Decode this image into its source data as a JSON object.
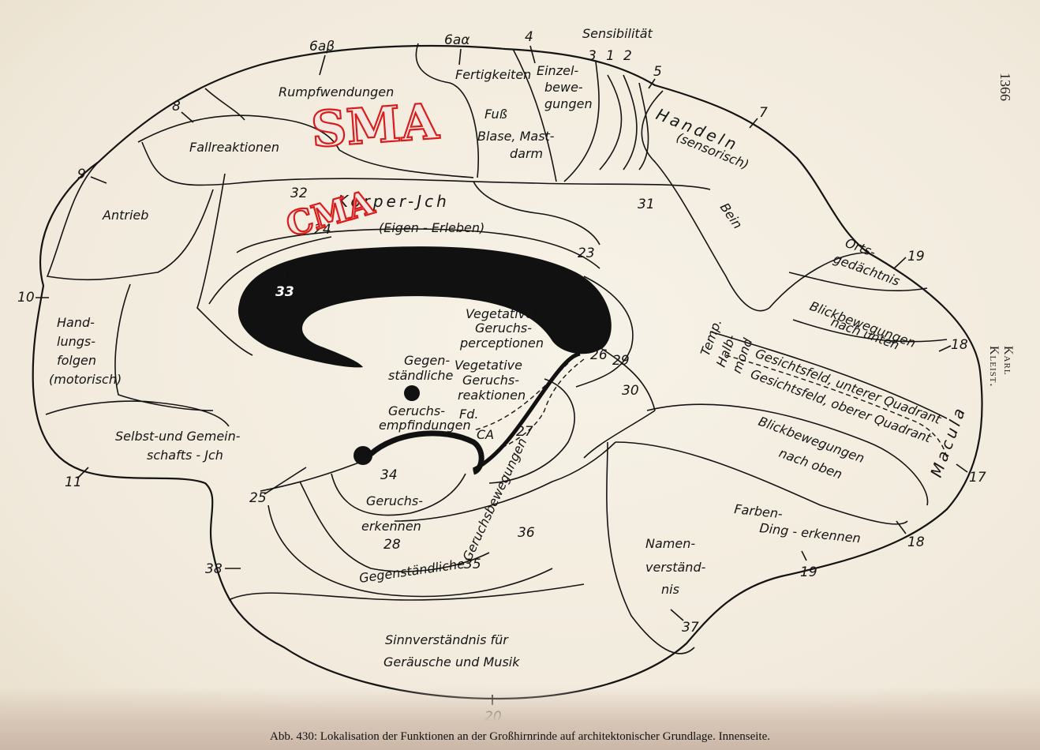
{
  "page_number": "1366",
  "author": "Karl Kleist.",
  "caption": "Abb. 430: Lokalisation der Funktionen an der Großhirnrinde auf architektonischer Grundlage. Innenseite.",
  "overlay": {
    "sma": "SMA",
    "cma": "CMA",
    "color": "#d81c1c"
  },
  "colors": {
    "ink": "#141414",
    "paper": "#f3ede1"
  },
  "numbers": {
    "n6ab": "6aβ",
    "n6aa": "6aα",
    "n4": "4",
    "n3": "3",
    "n1": "1",
    "n2": "2",
    "n5": "5",
    "n8": "8",
    "n7": "7",
    "n9": "9",
    "n32": "32",
    "n31": "31",
    "n24": "24",
    "n23": "23",
    "n33": "33",
    "n19a": "19",
    "n10": "10",
    "n26": "26",
    "n29": "29",
    "n18a": "18",
    "n30": "30",
    "n27": "27",
    "n17": "17",
    "n11": "11",
    "n25": "25",
    "n34": "34",
    "n28": "28",
    "n36": "36",
    "n35": "35",
    "n38": "38",
    "n18b": "18",
    "n19b": "19",
    "n37": "37",
    "n20": "20"
  },
  "labels": {
    "sensibilitaet": "Sensibilität",
    "rumpf": "Rumpfwendungen",
    "fertigkeiten": "Fertigkeiten",
    "einzel1": "Einzel-",
    "einzel2": "bewe-",
    "einzel3": "gungen",
    "fuss": "Fuß",
    "blase1": "Blase, Mast-",
    "blase2": "darm",
    "fallreaktionen": "Fallreaktionen",
    "handeln": "Handeln",
    "sensorisch": "(sensorisch)",
    "antrieb": "Antrieb",
    "koerper": "Körper-Jch",
    "eigen": "(Eigen - Erleben)",
    "bein": "Bein",
    "orts1": "Orts-",
    "orts2": "gedächtnis",
    "blick_unten1": "Blickbewegungen",
    "blick_unten2": "nach unten",
    "veg_perc1": "Vegetative",
    "veg_perc2": "Geruchs-",
    "veg_perc3": "perceptionen",
    "hand1": "Hand-",
    "hand2": "lungs-",
    "hand3": "folgen",
    "hand4": "(motorisch)",
    "gegen1": "Gegen-",
    "gegen2": "ständliche",
    "veg_reak1": "Vegetative",
    "veg_reak2": "Geruchs-",
    "veg_reak3": "reaktionen",
    "temp1": "Temp.",
    "temp2": "Halb-",
    "temp3": "mond",
    "gf_unten": "Gesichtsfeld, unterer Quadrant",
    "gf_oben": "Gesichtsfeld, oberer Quadrant",
    "geruchs_empf1": "Geruchs-",
    "geruchs_empf2": "empfindungen",
    "fd": "Fd.",
    "ca": "CA",
    "selbst1": "Selbst-und Gemein-",
    "selbst2": "schafts - Jch",
    "macula": "Macula",
    "blick_oben1": "Blickbewegungen",
    "blick_oben2": "nach oben",
    "geruchs_erk1": "Geruchs-",
    "geruchs_erk2": "erkennen",
    "geruchsbew": "Geruchsbewegungen",
    "farben1": "Farben-",
    "farben2": "Ding - erkennen",
    "gegenstaendliche": "Gegenständliche",
    "namen1": "Namen-",
    "namen2": "verständ-",
    "namen3": "nis",
    "sinn1": "Sinnverständnis für",
    "sinn2": "Geräusche und Musik"
  }
}
